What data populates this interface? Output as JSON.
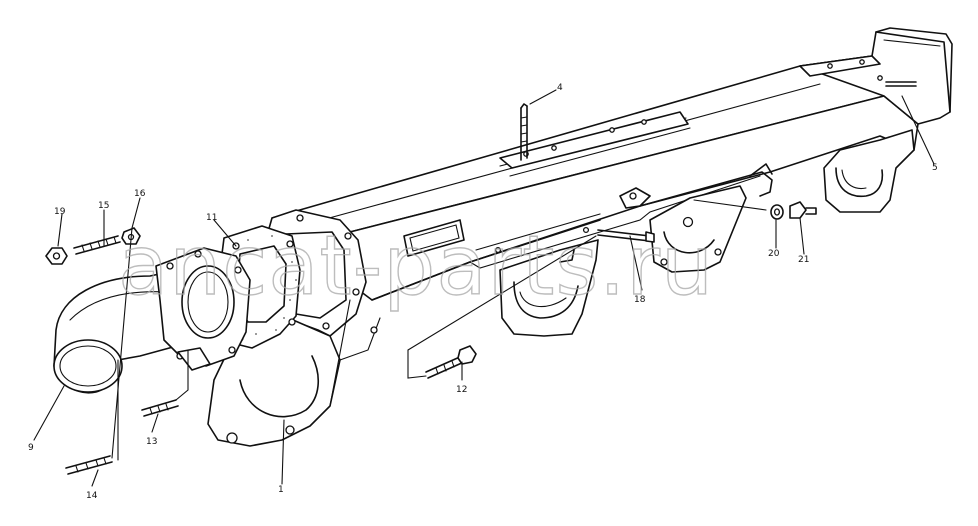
{
  "watermark": "ancat-parts.ru",
  "callouts": {
    "c1": "1",
    "c4": "4",
    "c5": "5",
    "c9": "9",
    "c11": "11",
    "c12": "12",
    "c13": "13",
    "c14": "14",
    "c15": "15",
    "c16": "16",
    "c18": "18",
    "c19": "19",
    "c20": "20",
    "c21": "21"
  }
}
